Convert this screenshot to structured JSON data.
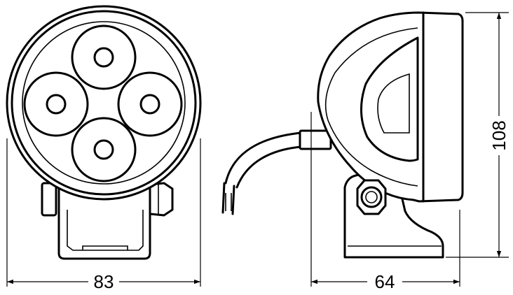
{
  "dimensions": {
    "front_width": "83",
    "side_depth": "64",
    "height": "108"
  }
}
